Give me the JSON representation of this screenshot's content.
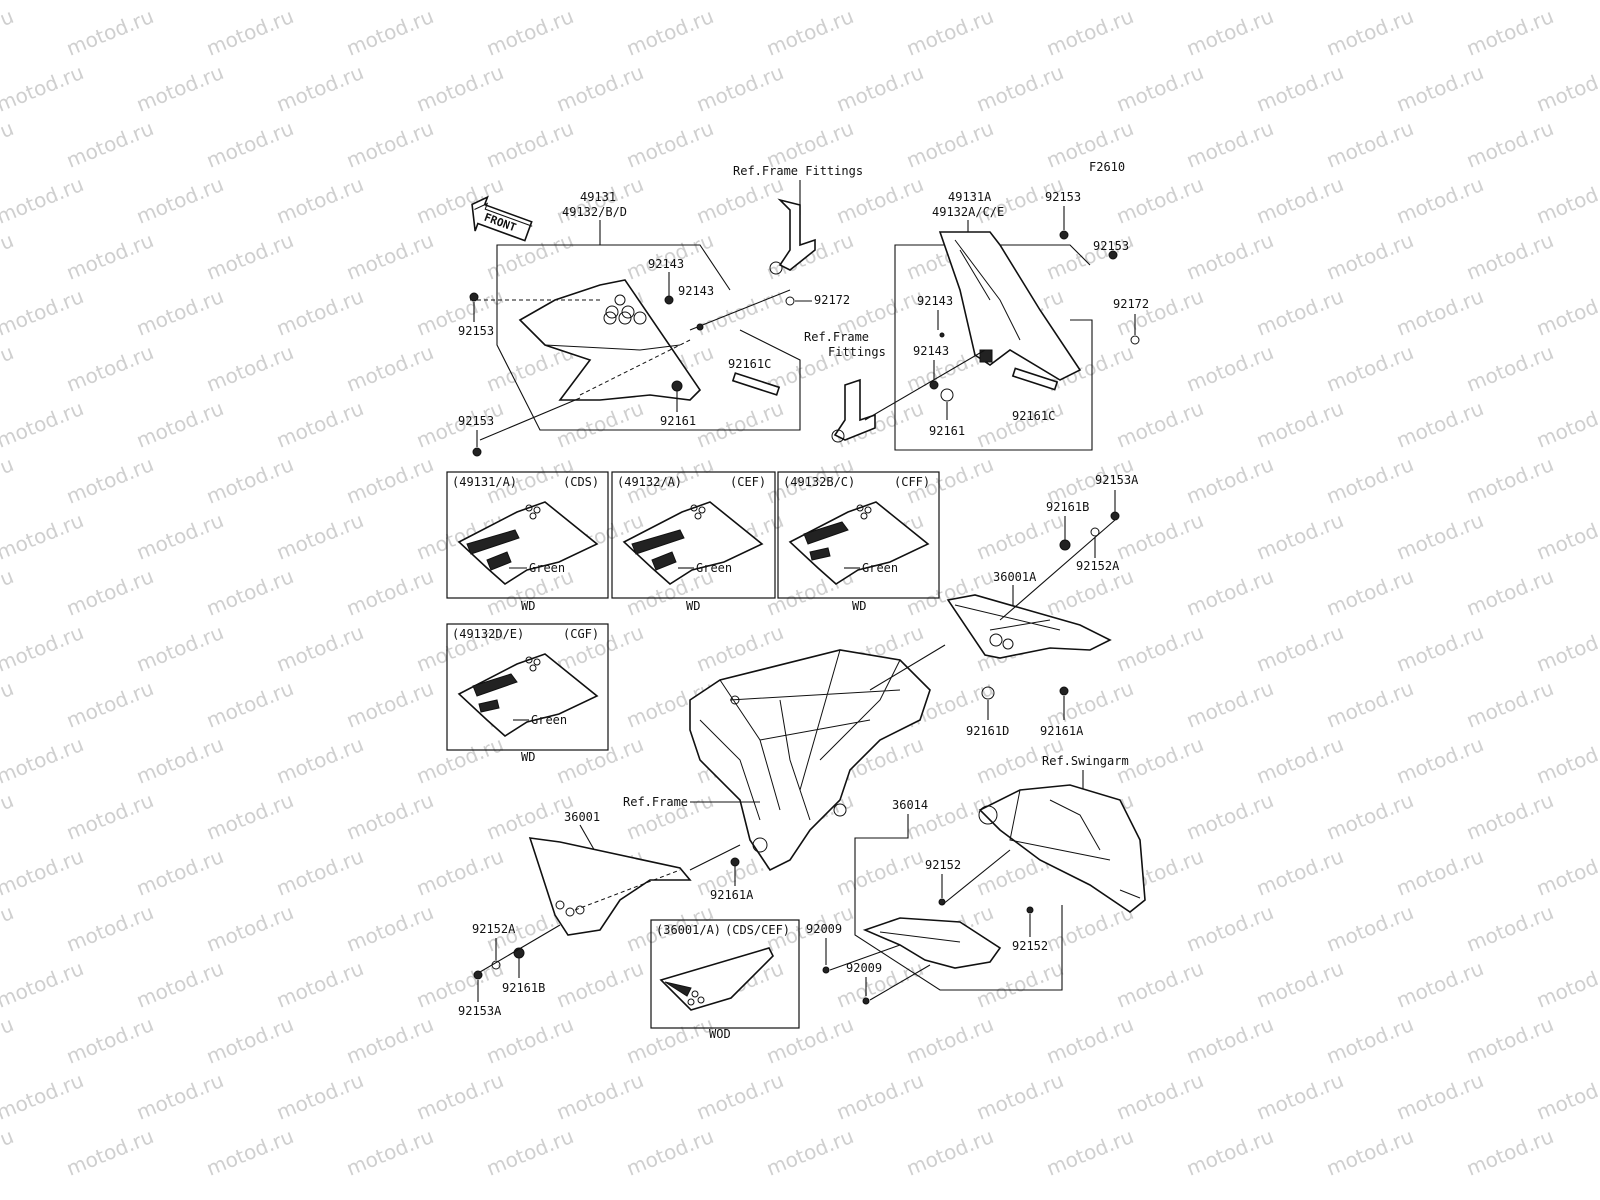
{
  "watermark": "motod.ru",
  "figure_code": "F2610",
  "front_label": "FRONT",
  "labels": {
    "l49131": "49131",
    "l49132bd": "49132/B/D",
    "l49131a": "49131A",
    "l49132ace": "49132A/C/E",
    "ref_frame_fittings_top": "Ref.Frame Fittings",
    "ref_frame_fittings_mid_1": "Ref.Frame",
    "ref_frame_fittings_mid_2": "Fittings",
    "ref_frame": "Ref.Frame",
    "ref_swingarm": "Ref.Swingarm",
    "l92143_a": "92143",
    "l92143_b": "92143",
    "l92143_c": "92143",
    "l92143_d": "92143",
    "l92153_a": "92153",
    "l92153_b": "92153",
    "l92153_c": "92153",
    "l92153_d": "92153",
    "l92172_a": "92172",
    "l92172_b": "92172",
    "l92161c_a": "92161C",
    "l92161c_b": "92161C",
    "l92161_a": "92161",
    "l92161_b": "92161",
    "l92153a_a": "92153A",
    "l92153a_b": "92153A",
    "l92161b_a": "92161B",
    "l92161b_b": "92161B",
    "l92152a_a": "92152A",
    "l92152a_b": "92152A",
    "l36001a": "36001A",
    "l36001": "36001",
    "l92161d": "92161D",
    "l92161a_a": "92161A",
    "l92161a_b": "92161A",
    "l36014": "36014",
    "l92152_a": "92152",
    "l92152_b": "92152",
    "l92009_a": "92009",
    "l92009_b": "92009"
  },
  "variants": [
    {
      "code": "(49131/A)",
      "spec": "(CDS)",
      "color": "Green",
      "note": "WD"
    },
    {
      "code": "(49132/A)",
      "spec": "(CEF)",
      "color": "Green",
      "note": "WD"
    },
    {
      "code": "(49132B/C)",
      "spec": "(CFF)",
      "color": "Green",
      "note": "WD"
    },
    {
      "code": "(49132D/E)",
      "spec": "(CGF)",
      "color": "Green",
      "note": "WD"
    },
    {
      "code": "(36001/A)",
      "spec": "(CDS/CEF)",
      "color": "",
      "note": "WOD"
    }
  ]
}
